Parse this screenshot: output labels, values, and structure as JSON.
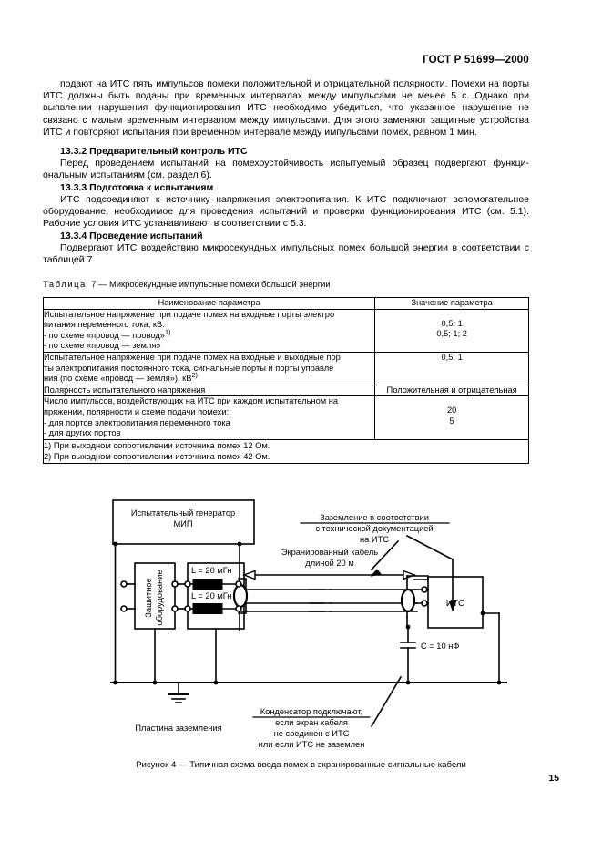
{
  "header": {
    "standard_id": "ГОСТ Р 51699—2000"
  },
  "page_number": "15",
  "body": {
    "intro_paragraph": "подают на ИТС пять импульсов помехи положительной и отрицательной полярности. Помехи на порты ИТС должны быть поданы при временных интервалах между импульсами не менее 5 с. Однако при выявлении нарушения функционирования ИТС необходимо убедиться, что указанное нарушение не связано с малым временным интервалом между импульсами. Для этого заменяют защитные устрой­ства ИТС и повторяют испытания при временном интервале между импульсами помех, равном 1 мин.",
    "sections": [
      {
        "number_title": "13.3.2 Предварительный контроль ИТС",
        "text": "Перед проведением испытаний на помехоустойчивость испытуемый образец подвергают функци­ональным испытаниям (см. раздел 6)."
      },
      {
        "number_title": "13.3.3 Подготовка к испытаниям",
        "text": "ИТС подсоединяют к источнику напряжения электропитания. К ИТС подключают вспомогательное оборудование, необходимое для проведения испытаний и проверки функционирования ИТС (см. 5.1). Рабочие условия ИТС устанавливают в соответствии с 5.3."
      },
      {
        "number_title": "13.3.4 Проведение испытаний",
        "text": "Подвергают ИТС воздействию микросекундных импульсных помех большой энергии в соответ­ствии с таблицей 7."
      }
    ]
  },
  "table": {
    "caption_label": "Таблица",
    "caption_number": "7",
    "caption_dash": "—",
    "caption_title": "Микросекундные импульсные помехи большой энергии",
    "columns": [
      "Наименование параметра",
      "Значение параметра"
    ],
    "rows": [
      {
        "name_lines": [
          "Испытательное напряжение при подаче помех на входные порты электро­",
          "питания переменного тока, кВ:",
          "- по схеме «провод — провод»",
          "- по схеме «провод — земля»"
        ],
        "name_sup": "1)",
        "value_lines": [
          "0,5; 1",
          "0,5; 1; 2"
        ]
      },
      {
        "name_lines": [
          "Испытательное напряжение при подаче помех на входные и выходные пор­",
          "ты электропитания постоянного тока, сигнальные порты и порты управле­",
          "ния (по схеме «провод — земля»), кВ"
        ],
        "name_sup": "2)",
        "value_lines": [
          "0,5; 1"
        ]
      },
      {
        "name_lines": [
          "Полярность испытательного напряжения"
        ],
        "value_lines": [
          "Положительная и отрицательная"
        ]
      },
      {
        "name_lines": [
          "Число импульсов, воздействующих на ИТС при каждом испытательном на­",
          "пряжении, полярности и схеме подачи помехи:",
          "- для портов электропитания переменного тока",
          "- для других портов"
        ],
        "value_lines": [
          "20",
          "5"
        ]
      }
    ],
    "footnotes": [
      "1) При выходном сопротивлении источника помех 12 Ом.",
      "2) При выходном сопротивлении источника помех 42 Ом."
    ]
  },
  "figure": {
    "caption_number": "Рисунок 4",
    "caption_dash": "—",
    "caption_title": "Типичная схема ввода помех в экранированные сигнальные кабели",
    "caption_full": "Рисунок 4 — Типичная схема ввода помех в экранированные сигнальные кабели",
    "labels": {
      "generator_line1": "Испытательный генератор",
      "generator_line2": "МИП",
      "protective_equipment_line1": "Защитное",
      "protective_equipment_line2": "оборудование",
      "inductor_top": "L = 20 мГн",
      "inductor_bottom": "L = 20 мГн",
      "cable_line1": "Экранированный кабель",
      "cable_line2": "длиной 20 м",
      "grounding_line1": "Заземление в соответствии",
      "grounding_line2": "с технической документацией",
      "grounding_line3": "на ИТС",
      "eut": "ИТС",
      "capacitor": "C = 10 нФ",
      "ground_plate": "Пластина заземления",
      "capacitor_note_line1": "Конденсатор подключают,",
      "capacitor_note_line2": "если экран кабеля",
      "capacitor_note_line3": "не соединен с ИТС",
      "capacitor_note_line4": "или если ИТС не заземлен"
    }
  },
  "colors": {
    "ink": "#000000",
    "paper": "#ffffff"
  }
}
